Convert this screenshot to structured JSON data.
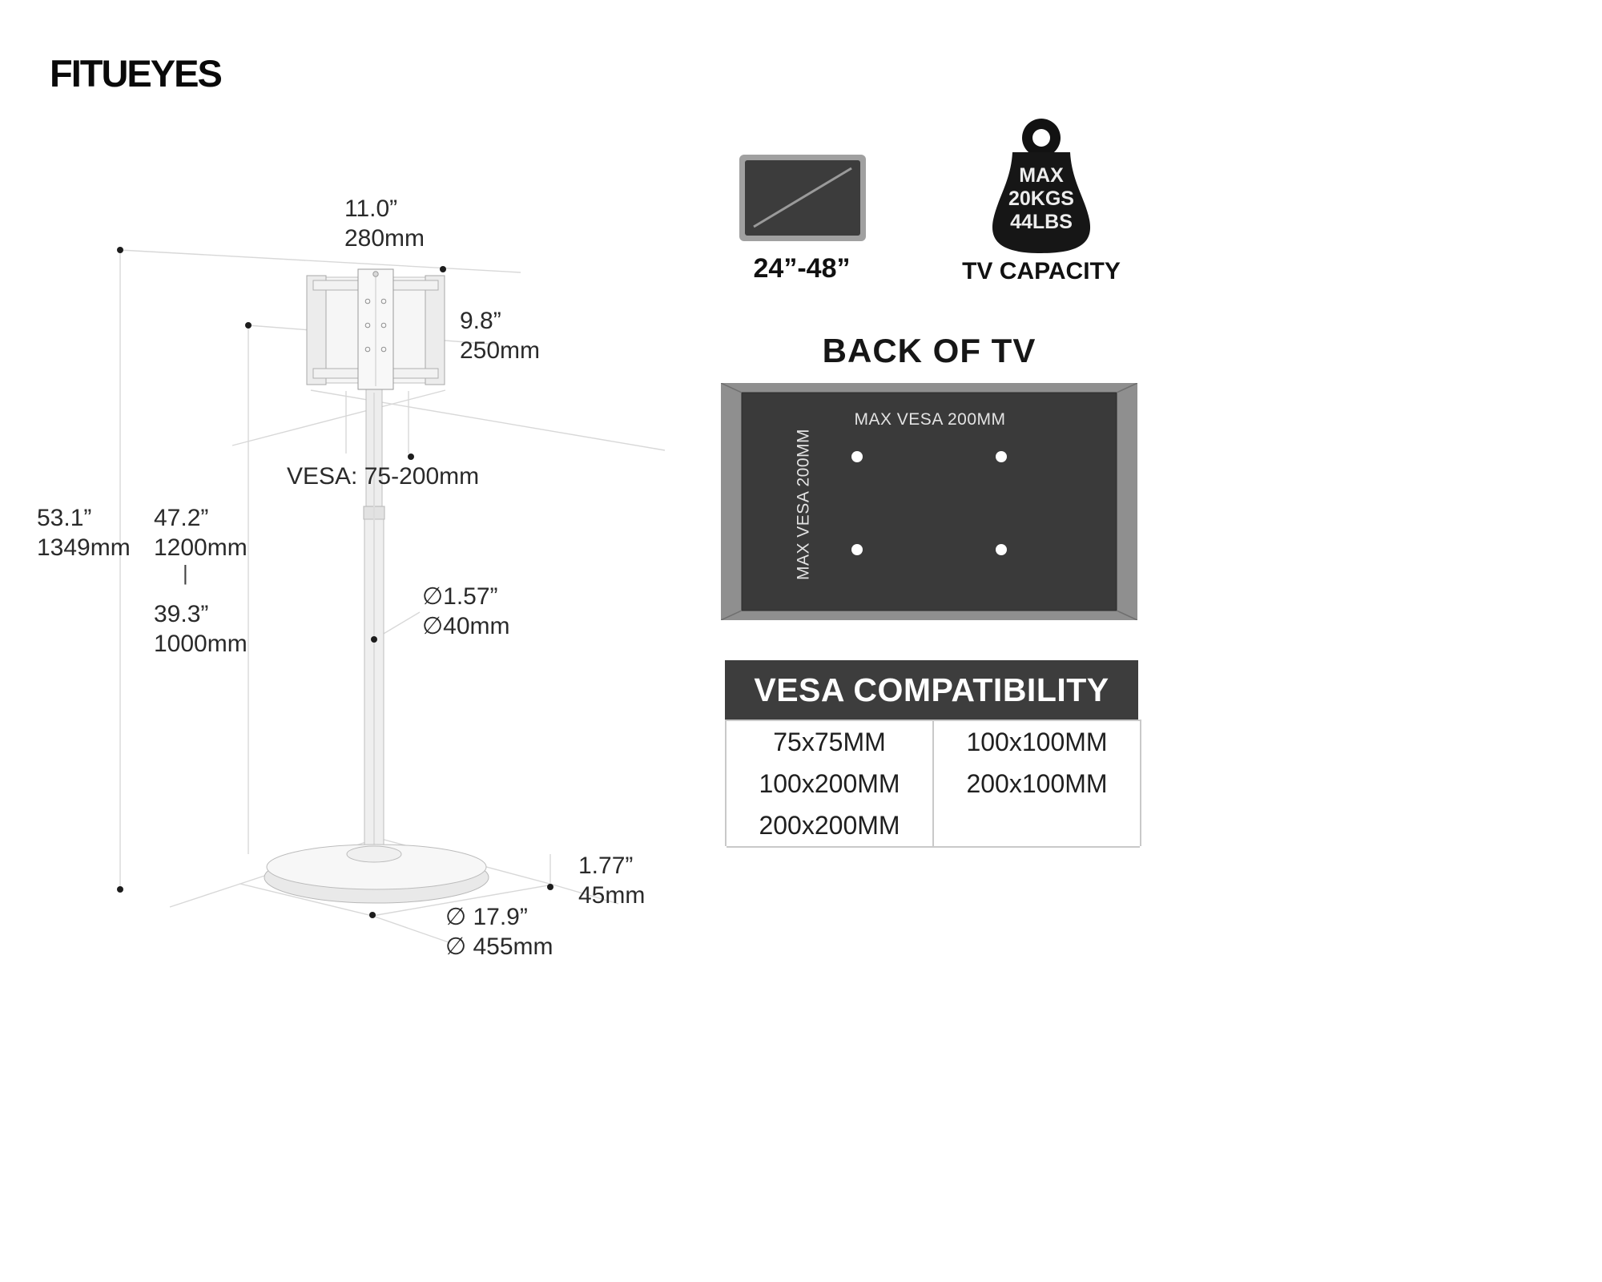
{
  "brand": "FITUEYES",
  "diagram": {
    "bracket_width_in": "11.0”",
    "bracket_width_mm": "280mm",
    "bracket_height_in": "9.8”",
    "bracket_height_mm": "250mm",
    "vesa_range": "VESA: 75-200mm",
    "total_height_in": "53.1”",
    "total_height_mm": "1349mm",
    "pole_height_max_in": "47.2”",
    "pole_height_max_mm": "1200mm",
    "range_separator": "|",
    "pole_height_min_in": "39.3”",
    "pole_height_min_mm": "1000mm",
    "pole_diameter_in": "∅1.57”",
    "pole_diameter_mm": "∅40mm",
    "base_thickness_in": "1.77”",
    "base_thickness_mm": "45mm",
    "base_diameter_in": "∅ 17.9”",
    "base_diameter_mm": "∅ 455mm"
  },
  "capacity": {
    "screen_range": "24”-48”",
    "max_label": "MAX",
    "weight_kg": "20KGS",
    "weight_lbs": "44LBS",
    "caption": "TV CAPACITY"
  },
  "back_of_tv": {
    "title": "BACK OF TV",
    "vesa_horizontal": "MAX VESA 200MM",
    "vesa_vertical": "MAX VESA 200MM"
  },
  "vesa_table": {
    "title": "VESA COMPATIBILITY",
    "rows": [
      [
        "75x75MM",
        "100x100MM"
      ],
      [
        "100x200MM",
        "200x100MM"
      ],
      [
        "200x200MM",
        ""
      ]
    ]
  },
  "colors": {
    "panel_dark": "#3a3a3a",
    "frame_gray": "#8f8f8f",
    "header_dark": "#3d3d3d",
    "sketch_line": "#d6d6d6"
  }
}
